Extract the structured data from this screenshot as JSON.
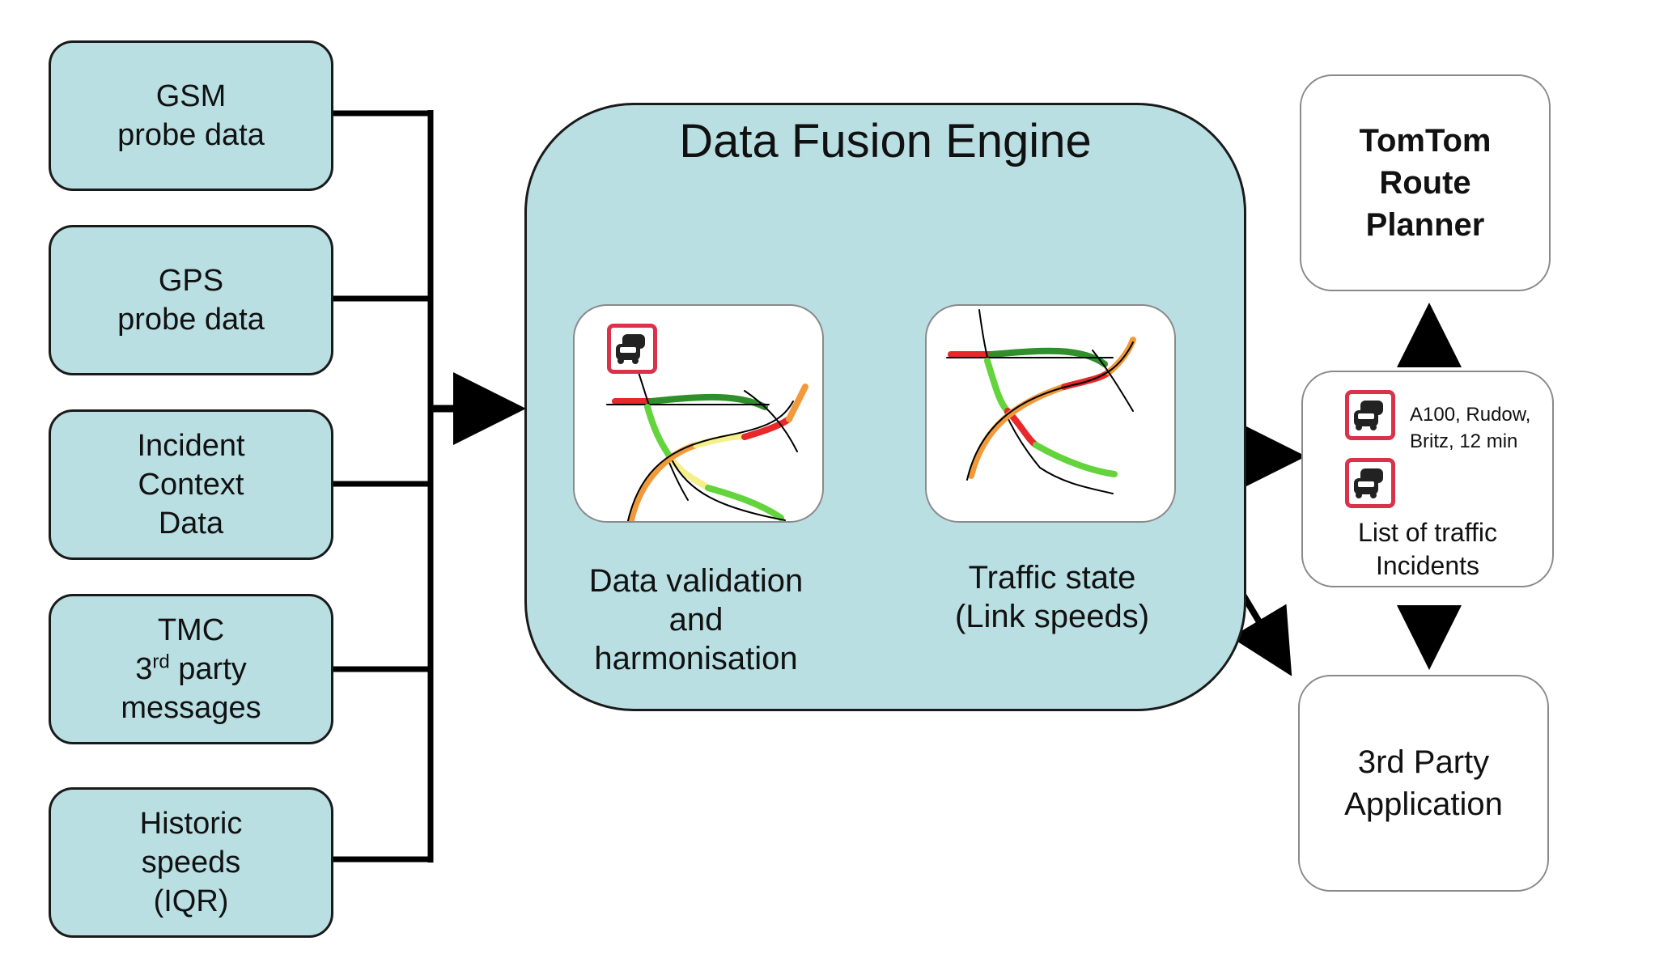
{
  "sources": [
    {
      "lines": [
        "GSM",
        "probe data"
      ]
    },
    {
      "lines": [
        "GPS",
        "probe data"
      ]
    },
    {
      "lines": [
        "Incident",
        "Context",
        "Data"
      ]
    },
    {
      "lines": [
        "TMC",
        "3",
        "rd",
        "party",
        "messages"
      ]
    },
    {
      "lines": [
        "Historic",
        "speeds",
        "(IQR)"
      ]
    }
  ],
  "engine": {
    "title": "Data Fusion Engine",
    "step1": {
      "line1": "Data validation and",
      "line2": "harmonisation"
    },
    "step2": {
      "line1": "Traffic state",
      "line2": "(Link speeds)"
    }
  },
  "outputs": {
    "route_planner": {
      "line1": "TomTom",
      "line2": "Route",
      "line3": "Planner"
    },
    "incidents": {
      "item_line1": "A100, Rudow,",
      "item_line2": "Britz, 12 min",
      "label_line1": "List of traffic",
      "label_line2": "Incidents"
    },
    "third_party": {
      "line1": "3rd Party",
      "line2": "Application"
    }
  },
  "colors": {
    "box_fill": "#b9dfe3",
    "incident_red": "#d9324a",
    "road_green": "#2f8f2a",
    "road_light_green": "#63d43c",
    "road_orange": "#f29a3a",
    "road_red": "#e8282a",
    "road_yellow": "#f5ef8c"
  },
  "icons": [
    "traffic-jam-icon"
  ]
}
